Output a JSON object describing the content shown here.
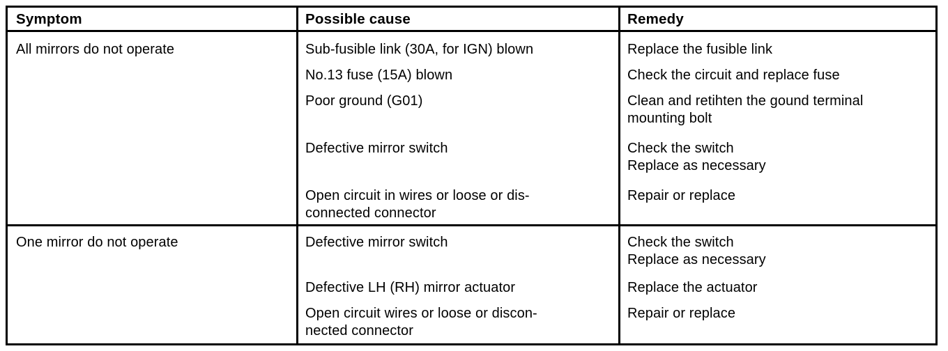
{
  "document": {
    "type": "troubleshooting-table",
    "columns": [
      "Symptom",
      "Possible cause",
      "Remedy"
    ]
  },
  "table": {
    "headers": {
      "symptom": "Symptom",
      "cause": "Possible cause",
      "remedy": "Remedy"
    },
    "groups": [
      {
        "symptom": "All mirrors do not operate",
        "entries": [
          {
            "cause": "Sub-fusible link (30A, for IGN) blown",
            "remedy": "Replace the fusible link"
          },
          {
            "cause": "No.13 fuse (15A) blown",
            "remedy": "Check the circuit and replace fuse"
          },
          {
            "cause": "Poor ground (G01)",
            "remedy": "Clean and retihten the gound terminal\nmounting bolt"
          },
          {
            "cause": "Defective mirror switch",
            "remedy": "Check the switch\nReplace as necessary"
          },
          {
            "cause": "Open circuit in wires or loose or dis-\nconnected connector",
            "remedy": "Repair or replace"
          }
        ]
      },
      {
        "symptom": "One mirror do not operate",
        "entries": [
          {
            "cause": "Defective mirror switch",
            "remedy": "Check the switch\nReplace as necessary"
          },
          {
            "cause": "Defective LH (RH) mirror actuator",
            "remedy": "Replace the actuator"
          },
          {
            "cause": "Open circuit wires or loose or discon-\nnected connector",
            "remedy": "Repair or replace"
          }
        ]
      }
    ]
  },
  "style": {
    "ink_color": "#000000",
    "paper_color": "#ffffff"
  }
}
